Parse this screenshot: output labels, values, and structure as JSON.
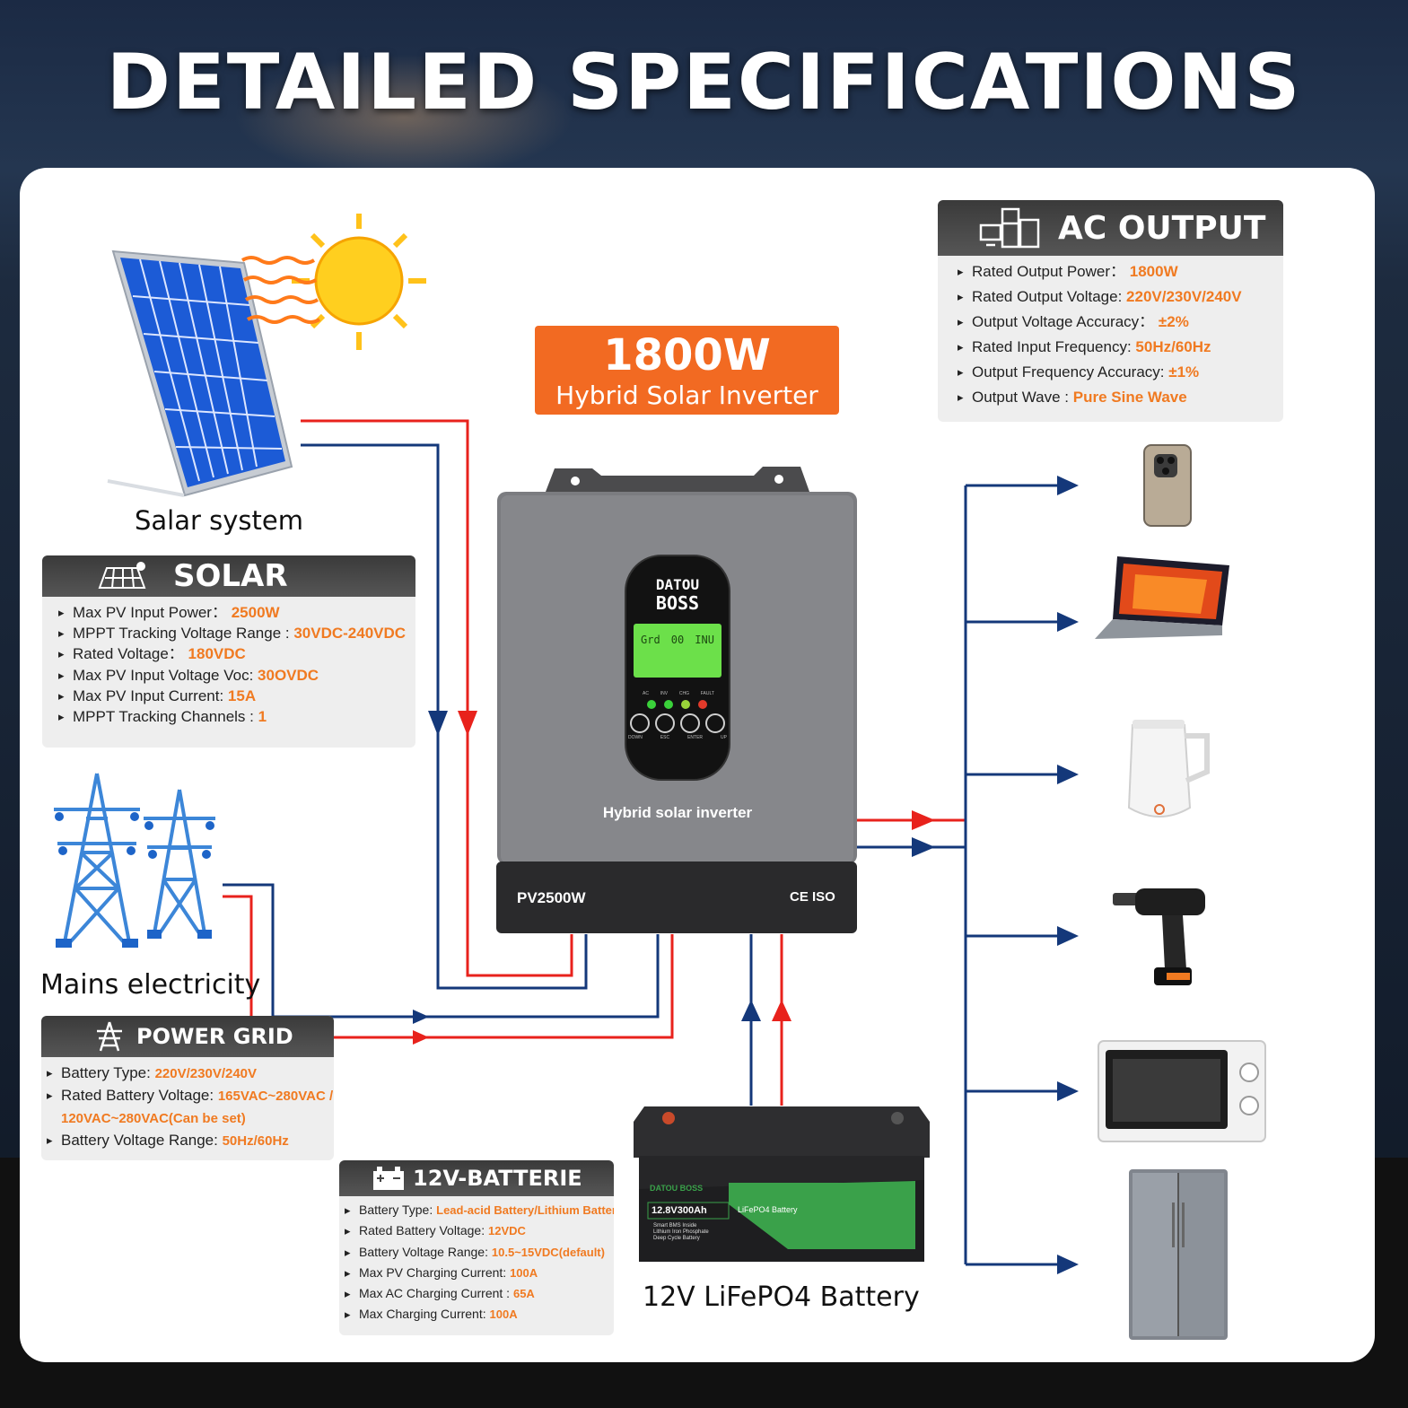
{
  "title": "DETAILED SPECIFICATIONS",
  "badge": {
    "power": "1800W",
    "subtitle": "Hybrid Solar Inverter"
  },
  "solar": {
    "caption": "Salar system",
    "heading": "SOLAR",
    "specs": [
      {
        "label": "Max PV Input Power：",
        "value": "2500W"
      },
      {
        "label": "MPPT Tracking Voltage Range :",
        "value": "30VDC-240VDC"
      },
      {
        "label": "Rated Voltage：",
        "value": "180VDC"
      },
      {
        "label": "Max PV Input Voltage Voc:",
        "value": "30OVDC"
      },
      {
        "label": "Max PV Input Current:",
        "value": "15A"
      },
      {
        "label": "MPPT Tracking Channels :",
        "value": "1"
      }
    ]
  },
  "grid": {
    "caption": "Mains electricity",
    "heading": "POWER GRID",
    "specs": [
      {
        "label": "Battery Type:",
        "value": "220V/230V/240V"
      },
      {
        "label": "Rated Battery Voltage:",
        "value": "165VAC~280VAC / 120VAC~280VAC(Can be set)"
      },
      {
        "label": "Battery Voltage Range:",
        "value": "50Hz/60Hz"
      }
    ]
  },
  "battery": {
    "caption": "12V LiFePO4 Battery",
    "heading": "12V-BATTERIE",
    "specs": [
      {
        "label": "Battery Type:",
        "value": "Lead-acid Battery/Lithium Battery"
      },
      {
        "label": "Rated Battery Voltage:",
        "value": "12VDC"
      },
      {
        "label": "Battery Voltage Range:",
        "value": "10.5~15VDC(default)"
      },
      {
        "label": "Max PV Charging Current:",
        "value": "100A"
      },
      {
        "label": "Max AC Charging Current :",
        "value": "65A"
      },
      {
        "label": "Max Charging Current:",
        "value": "100A"
      }
    ],
    "device": {
      "brand": "DATOU BOSS",
      "model": "12.8V300Ah",
      "chemistry": "LiFePO4 Battery",
      "notes": [
        "Smart BMS Inside",
        "Lithium Iron Phosphate",
        "Deep Cycle Battery"
      ]
    }
  },
  "ac_output": {
    "heading": "AC OUTPUT",
    "specs": [
      {
        "label": "Rated Output Power：",
        "value": "1800W"
      },
      {
        "label": "Rated Output Voltage:",
        "value": "220V/230V/240V"
      },
      {
        "label": "Output Voltage Accuracy：",
        "value": "±2%"
      },
      {
        "label": "Rated Input Frequency:",
        "value": "50Hz/60Hz"
      },
      {
        "label": "Output Frequency Accuracy:",
        "value": "±1%"
      },
      {
        "label": "Output Wave :",
        "value": "Pure Sine Wave"
      }
    ]
  },
  "inverter": {
    "brand_line1": "DATOU",
    "brand_line2": "BOSS",
    "lcd": [
      "Grd",
      "00",
      "INU"
    ],
    "leds": [
      "AC",
      "INV",
      "CHG",
      "FAULT"
    ],
    "buttons": [
      "DOWN",
      "ESC",
      "ENTER",
      "UP"
    ],
    "face_label": "Hybrid solar inverter",
    "model": "PV2500W",
    "marks": "CE ISO"
  },
  "colors": {
    "accent": "#f07a21",
    "line_red": "#e8221c",
    "line_blue": "#14387a",
    "panel_head": "#4a4a4a"
  },
  "appliance_icons": [
    "smartphone-icon",
    "laptop-icon",
    "kettle-icon",
    "drill-icon",
    "oven-icon",
    "refrigerator-icon"
  ]
}
